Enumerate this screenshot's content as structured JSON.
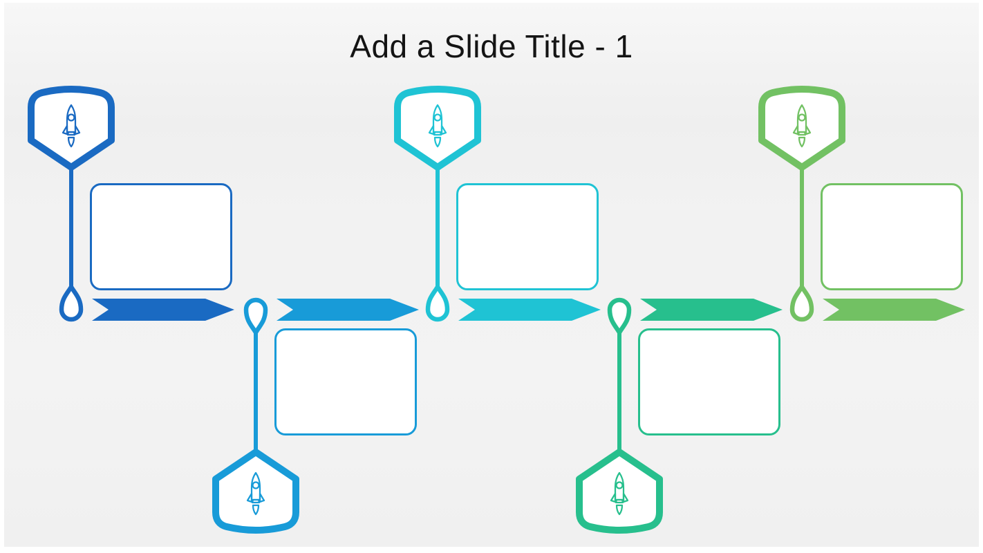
{
  "slide": {
    "title": "Add a Slide Title - 1",
    "title_color": "#141414",
    "background_color": "#F1F1F1",
    "frame_color": "#FFFFFF"
  },
  "timeline": {
    "type": "horizontal-process-timeline",
    "direction": "left-to-right",
    "node_shape": "teardrop-circle",
    "badge_icon": "rocket-icon",
    "milestones": [
      {
        "name": "step-1",
        "color": "#1A6AC2",
        "badge_position": "top",
        "icon": "rocket-icon",
        "box_text": ""
      },
      {
        "name": "step-2",
        "color": "#189BD8",
        "badge_position": "bottom",
        "icon": "rocket-icon",
        "box_text": ""
      },
      {
        "name": "step-3",
        "color": "#1FC3D4",
        "badge_position": "top",
        "icon": "rocket-icon",
        "box_text": ""
      },
      {
        "name": "step-4",
        "color": "#27BF8D",
        "badge_position": "bottom",
        "icon": "rocket-icon",
        "box_text": ""
      },
      {
        "name": "step-5",
        "color": "#72C163",
        "badge_position": "top",
        "icon": "rocket-icon",
        "box_text": ""
      }
    ]
  }
}
